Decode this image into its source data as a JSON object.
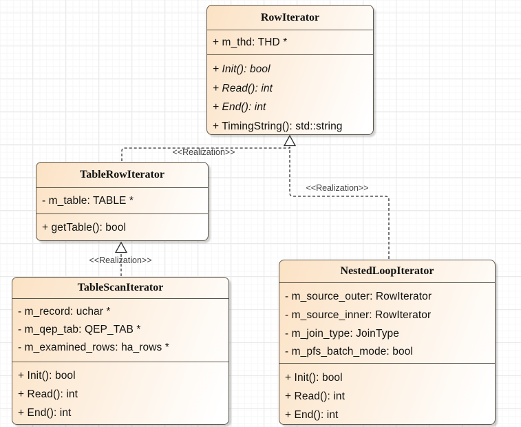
{
  "classes": {
    "row_iterator": {
      "name": "RowIterator",
      "attributes": [
        "+ m_thd: THD *"
      ],
      "methods": [
        "+ Init(): bool",
        "+ Read(): int",
        "+ End(): int",
        "+ TimingString(): std::string"
      ]
    },
    "table_row_iterator": {
      "name": "TableRowIterator",
      "attributes": [
        "- m_table: TABLE *"
      ],
      "methods": [
        "+ getTable(): bool"
      ]
    },
    "table_scan_iterator": {
      "name": "TableScanIterator",
      "attributes": [
        "- m_record: uchar *",
        "- m_qep_tab: QEP_TAB *",
        "- m_examined_rows: ha_rows *"
      ],
      "methods": [
        "+ Init(): bool",
        "+ Read(): int",
        "+ End(): int"
      ]
    },
    "nested_loop_iterator": {
      "name": "NestedLoopIterator",
      "attributes": [
        "- m_source_outer: RowIterator",
        "- m_source_inner: RowIterator",
        "- m_join_type: JoinType",
        "- m_pfs_batch_mode: bool"
      ],
      "methods": [
        "+ Init(): bool",
        "+ Read(): int",
        "+ End(): int"
      ]
    }
  },
  "edges": [
    {
      "from": "TableRowIterator",
      "to": "RowIterator",
      "label": "<<Realization>>"
    },
    {
      "from": "NestedLoopIterator",
      "to": "RowIterator",
      "label": "<<Realization>>"
    },
    {
      "from": "TableScanIterator",
      "to": "TableRowIterator",
      "label": "<<Realization>>"
    }
  ],
  "colors": {
    "box_fill": "#fbe2c4",
    "box_fill_end": "#ffffff",
    "box_border": "#5b5347",
    "edge_stroke": "#2e2e2e",
    "label_text": "#424242"
  }
}
